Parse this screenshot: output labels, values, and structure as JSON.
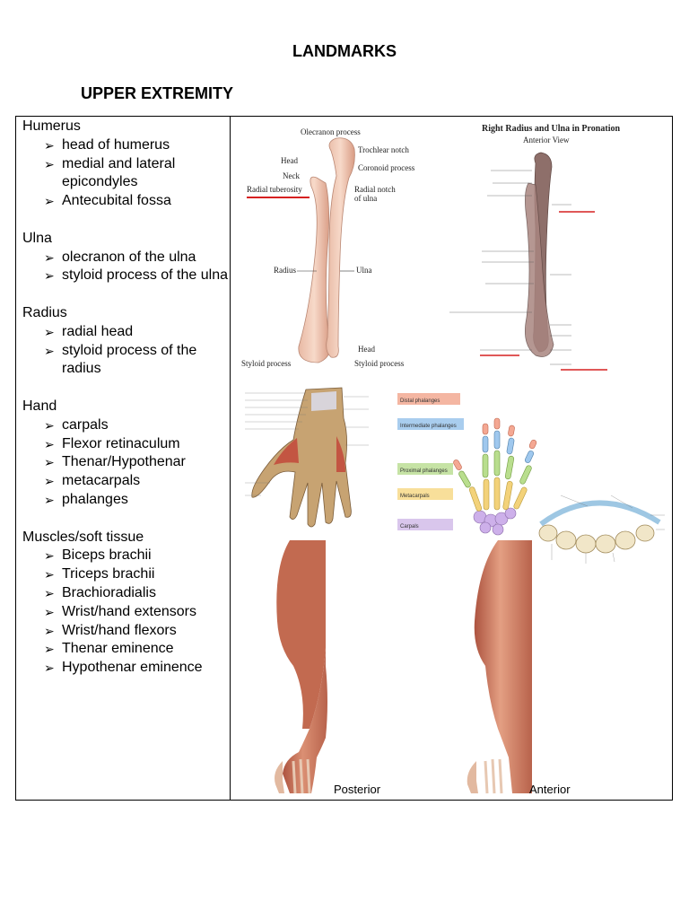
{
  "document": {
    "title": "LANDMARKS",
    "subtitle": "UPPER EXTREMITY"
  },
  "sections": [
    {
      "heading": "Humerus",
      "items": [
        "head of humerus",
        "medial and lateral epicondyles",
        "Antecubital fossa"
      ]
    },
    {
      "heading": "Ulna",
      "items": [
        "olecranon of the ulna",
        "styloid process of the ulna"
      ]
    },
    {
      "heading": "Radius",
      "items": [
        "radial head",
        "styloid process of the radius"
      ]
    },
    {
      "heading": "Hand",
      "items": [
        "carpals",
        "Flexor retinaculum",
        "Thenar/Hypothenar",
        "metacarpals",
        "phalanges"
      ]
    },
    {
      "heading": "Muscles/soft tissue",
      "items": [
        "Biceps brachii",
        "Triceps brachii",
        "Brachioradialis",
        "Wrist/hand extensors",
        "Wrist/hand flexors",
        "Thenar eminence",
        "Hypothenar eminence"
      ]
    }
  ],
  "bullet_glyph": "➢",
  "figures": {
    "forearm_bones": {
      "labels": {
        "olecranon": "Olecranon process",
        "trochlear": "Trochlear notch",
        "head_top": "Head",
        "coronoid": "Coronoid process",
        "neck": "Neck",
        "radial_tuberosity": "Radial tuberosity",
        "radial_notch_1": "Radial notch",
        "radial_notch_2": "of ulna",
        "radius": "Radius",
        "ulna": "Ulna",
        "head_bottom": "Head",
        "styloid_left": "Styloid process",
        "styloid_right": "Styloid process"
      },
      "highlight_color": "#d62020"
    },
    "pronation": {
      "title": "Right Radius and Ulna in Pronation",
      "subtitle": "Anterior View"
    },
    "hand_bones": {
      "labels": {
        "distal": "Distal phalanges",
        "intermediate": "Intermediate phalanges",
        "proximal": "Proximal phalanges",
        "metacarpals": "Metacarpals",
        "carpals": "Carpals"
      },
      "colors": {
        "distal": "#f4b6a2",
        "intermediate": "#a9cdee",
        "proximal": "#c6e3a5",
        "metacarpals": "#f8df9a",
        "carpals": "#d9c6ec"
      }
    },
    "arm_views": {
      "posterior": "Posterior",
      "anterior": "Anterior"
    }
  }
}
